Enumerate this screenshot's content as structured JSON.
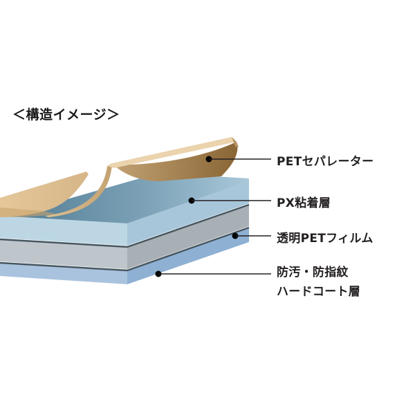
{
  "title": "＜構造イメージ＞",
  "colors": {
    "separator_top": "#d9b98a",
    "separator_front": "#c09a63",
    "separator_dark": "#8e6a3a",
    "adhesive_top": "#6f97ad",
    "adhesive_front": "#bcd6e4",
    "adhesive_side": "#a7c6da",
    "pet_front": "#bec6cc",
    "pet_side": "#a9b0b5",
    "hardcoat_front": "#a9c3de",
    "hardcoat_side": "#8eb0d3",
    "divider_line": "#46565f",
    "leader_line": "#231f20"
  },
  "layers": [
    {
      "id": "pet-separator",
      "label": "PETセパレーター"
    },
    {
      "id": "px-adhesive",
      "label": "PX粘着層"
    },
    {
      "id": "transparent-pet-film",
      "label": "透明PETフィルム"
    },
    {
      "id": "hardcoat",
      "label_line1": "防汚・防指紋",
      "label_line2": "ハードコート層"
    }
  ]
}
